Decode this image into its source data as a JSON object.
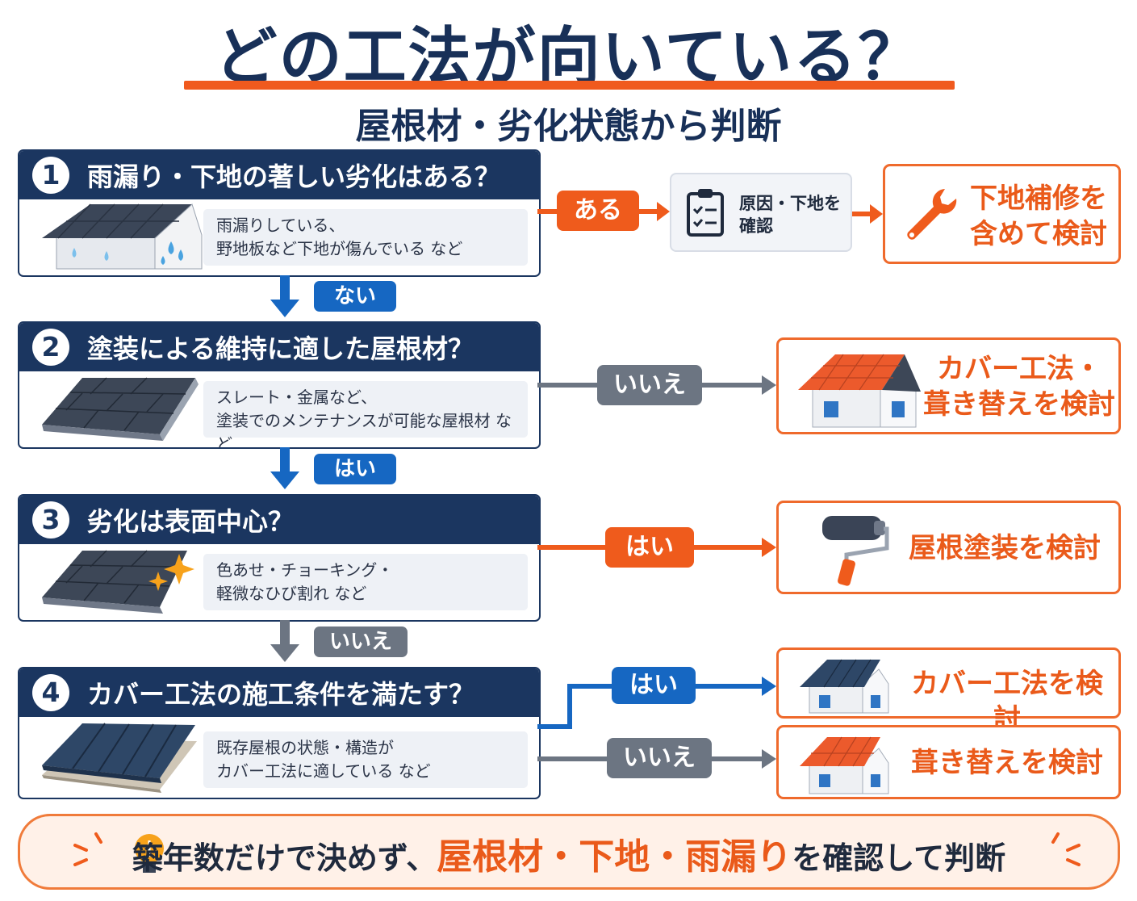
{
  "title": "どの工法が向いている？",
  "subtitle": "屋根材・劣化状態から判断",
  "questions": [
    {
      "num": "1",
      "title": "雨漏り・下地の著しい劣化はある？",
      "desc": "雨漏りしている、\n野地板など下地が傷んでいる など"
    },
    {
      "num": "2",
      "title": "塗装による維持に適した屋根材？",
      "desc": "スレート・金属など、\n塗装でのメンテナンスが可能な屋根材 など"
    },
    {
      "num": "3",
      "title": "劣化は表面中心？",
      "desc": "色あせ・チョーキング・\n軽微なひび割れ など"
    },
    {
      "num": "4",
      "title": "カバー工法の施工条件を満たす？",
      "desc": "既存屋根の状態・構造が\nカバー工法に適している など"
    }
  ],
  "down_labels": [
    "ない",
    "はい",
    "いいえ"
  ],
  "branches": {
    "q1_yes": "ある",
    "q1_check": "原因・下地を\n確認",
    "q1_result": "下地補修を\n含めて検討",
    "q2_no": "いいえ",
    "q2_result": "カバー工法・\n葺き替えを検討",
    "q3_yes": "はい",
    "q3_result": "屋根塗装を検討",
    "q4_yes": "はい",
    "q4_yes_result": "カバー工法を検討",
    "q4_no": "いいえ",
    "q4_no_result": "葺き替えを検討"
  },
  "footer": {
    "pre": "築年数だけで決めず、",
    "highlight": "屋根材・下地・雨漏り",
    "post": "を確認して判断"
  },
  "colors": {
    "navy": "#1b3660",
    "orange": "#ef5b1c",
    "blue": "#1667c2",
    "gray": "#6c7582"
  }
}
